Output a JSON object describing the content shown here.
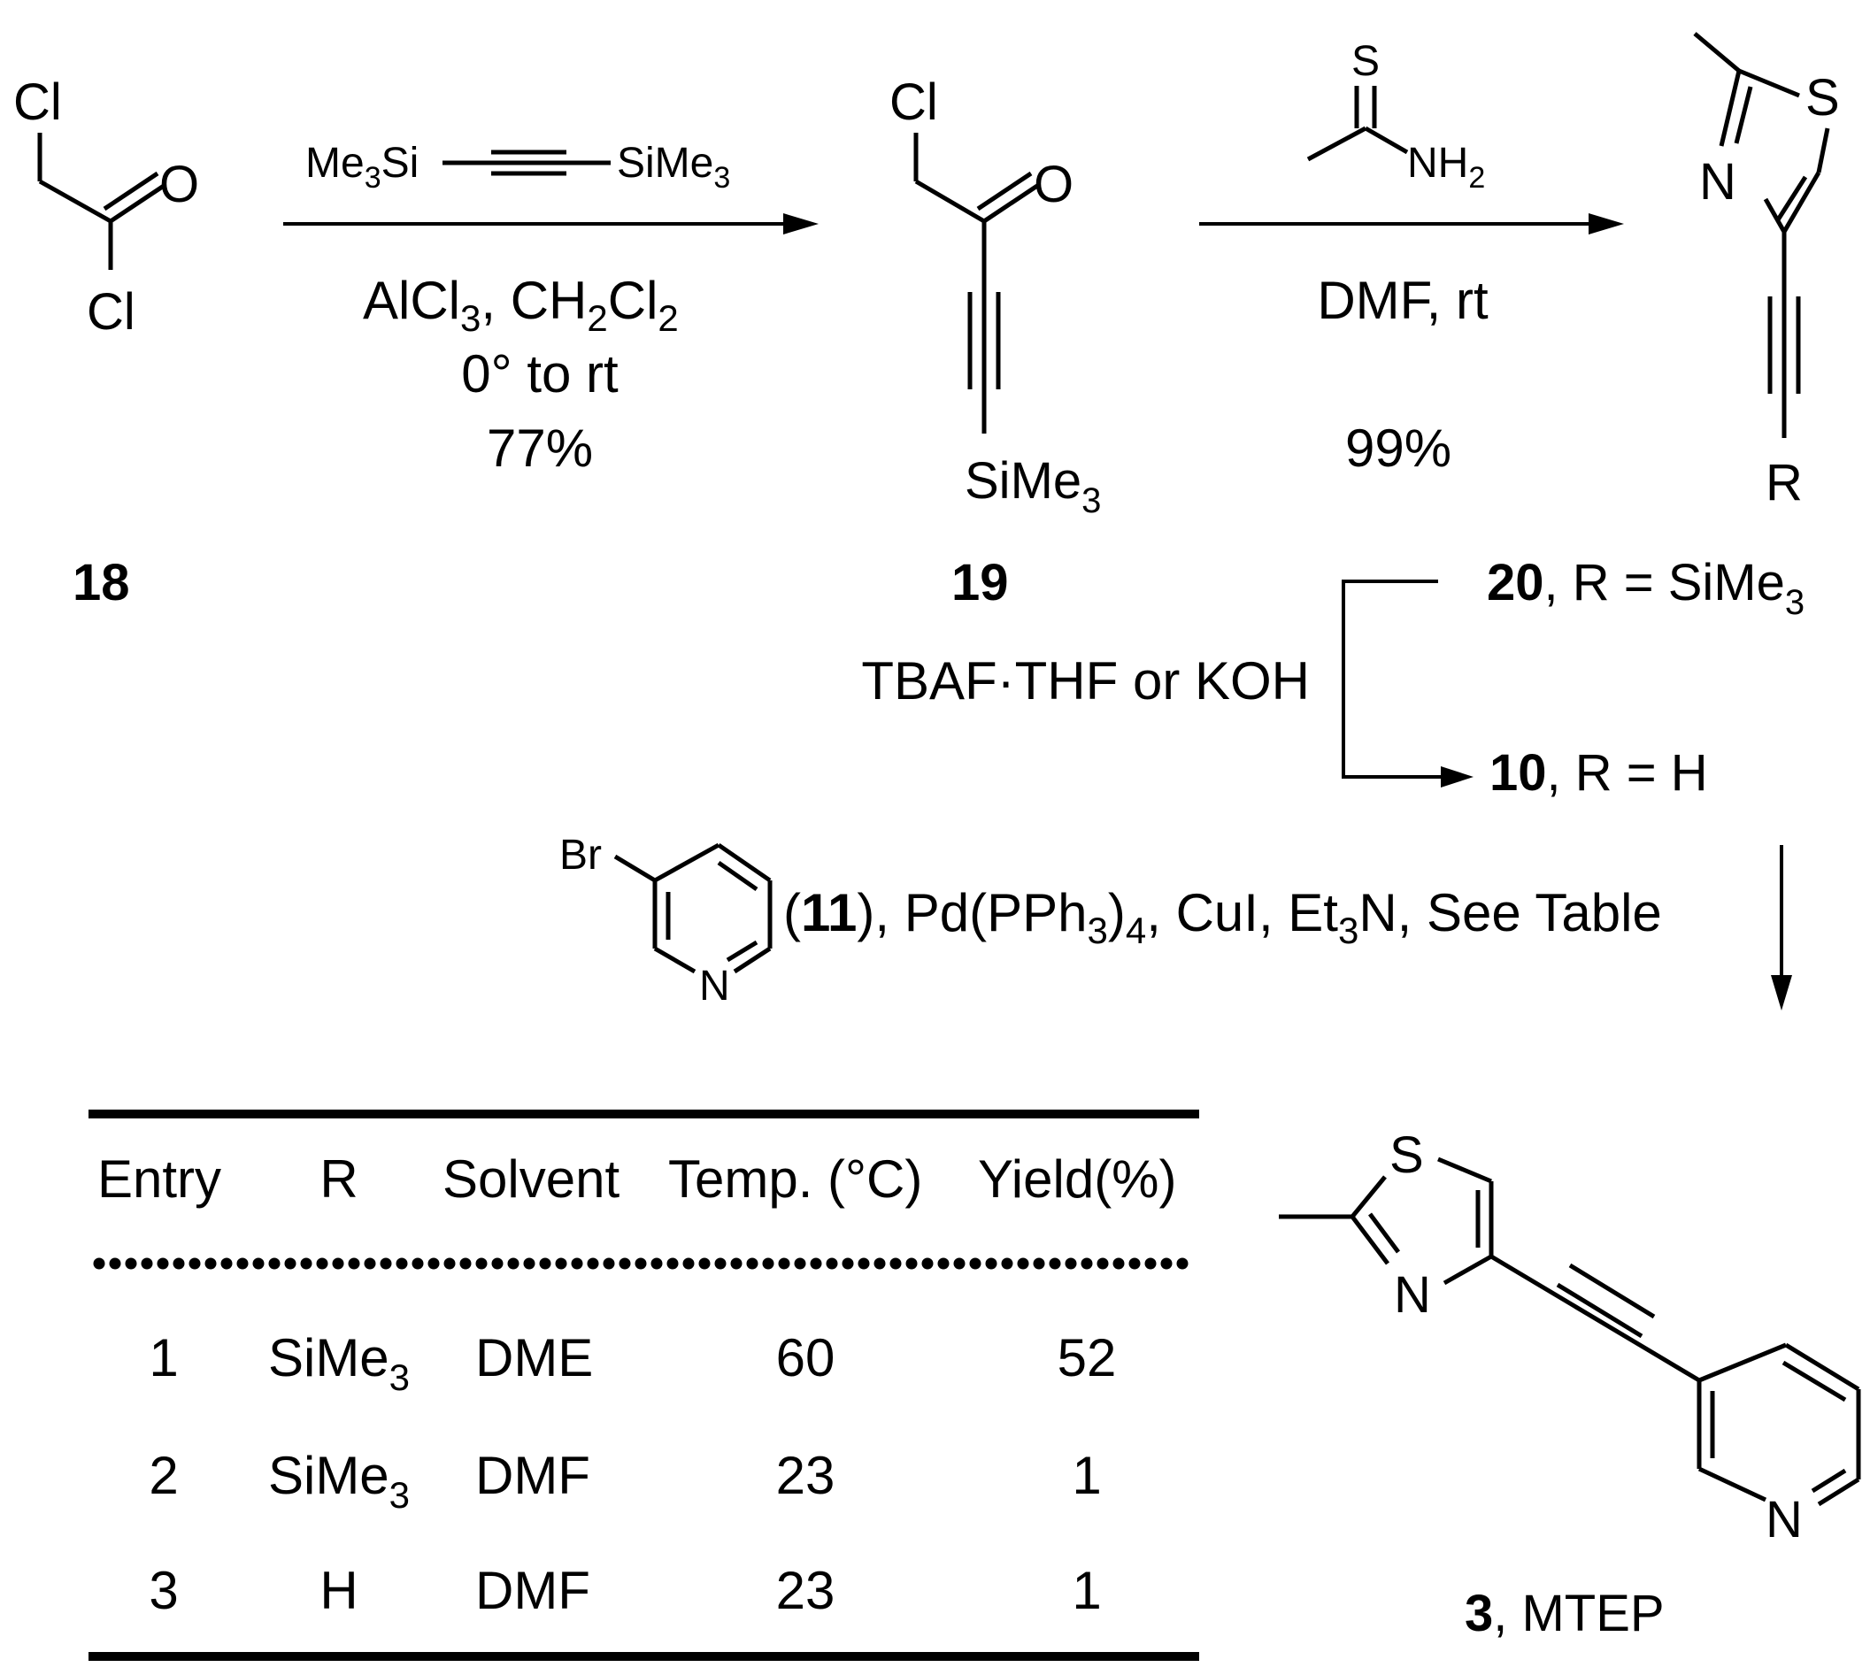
{
  "atoms": {
    "cl": "Cl",
    "o": "O",
    "s": "S",
    "n": "N",
    "r": "R",
    "br": "Br",
    "nh": "NH",
    "sub2": "2",
    "sub3": "3",
    "sub4": "4",
    "me": "Me",
    "si": "Si",
    "sime": "SiMe"
  },
  "compounds": {
    "c18": "18",
    "c19": "19",
    "c20": "20",
    "c20_suffix": ", R = SiMe",
    "c10": "10",
    "c10_suffix": ", R = H",
    "c3": "3",
    "c3_suffix": ", MTEP"
  },
  "step1": {
    "reagent_al": "AlCl",
    "reagent_comma": ", CH",
    "reagent_cl": "Cl",
    "temp": "0° to rt",
    "yield": "77%"
  },
  "step2": {
    "solvent": "DMF, rt",
    "yield": "99%"
  },
  "step3": {
    "reagent": "TBAF·THF or KOH"
  },
  "step4": {
    "open": "(",
    "num": "11",
    "text_a": "), Pd(PPh",
    "text_b": ")",
    "text_c": ", CuI, Et",
    "text_d": "N, See Table"
  },
  "table": {
    "headers": [
      "Entry",
      "R",
      "Solvent",
      "Temp. (°C)",
      "Yield(%)"
    ],
    "rows": [
      {
        "entry": "1",
        "r": "SiMe",
        "r_sub": "3",
        "solvent": "DME",
        "temp": "60",
        "yield": "52"
      },
      {
        "entry": "2",
        "r": "SiMe",
        "r_sub": "3",
        "solvent": "DMF",
        "temp": "23",
        "yield": "1"
      },
      {
        "entry": "3",
        "r": "H",
        "r_sub": "",
        "solvent": "DMF",
        "temp": "23",
        "yield": "1"
      }
    ]
  }
}
